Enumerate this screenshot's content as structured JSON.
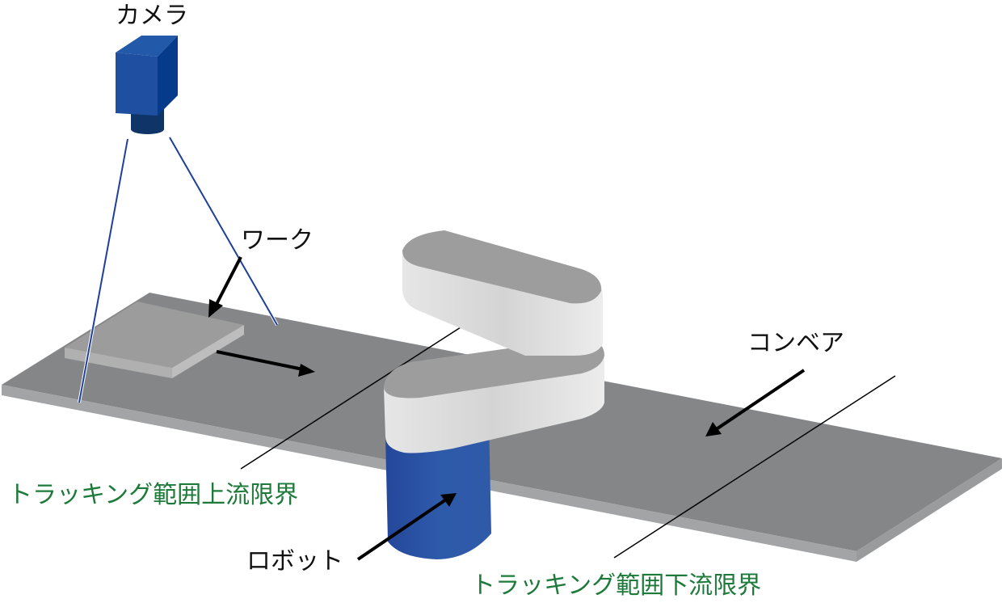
{
  "labels": {
    "camera": "カメラ",
    "work": "ワーク",
    "conveyor": "コンベア",
    "robot": "ロボット",
    "upstream_limit": "トラッキング範囲上流限界",
    "downstream_limit": "トラッキング範囲下流限界"
  },
  "colors": {
    "camera_blue": "#1e4fa0",
    "robot_blue": "#2c56a8",
    "conveyor_gray": "#858687",
    "label_green": "#1e7a3a"
  }
}
